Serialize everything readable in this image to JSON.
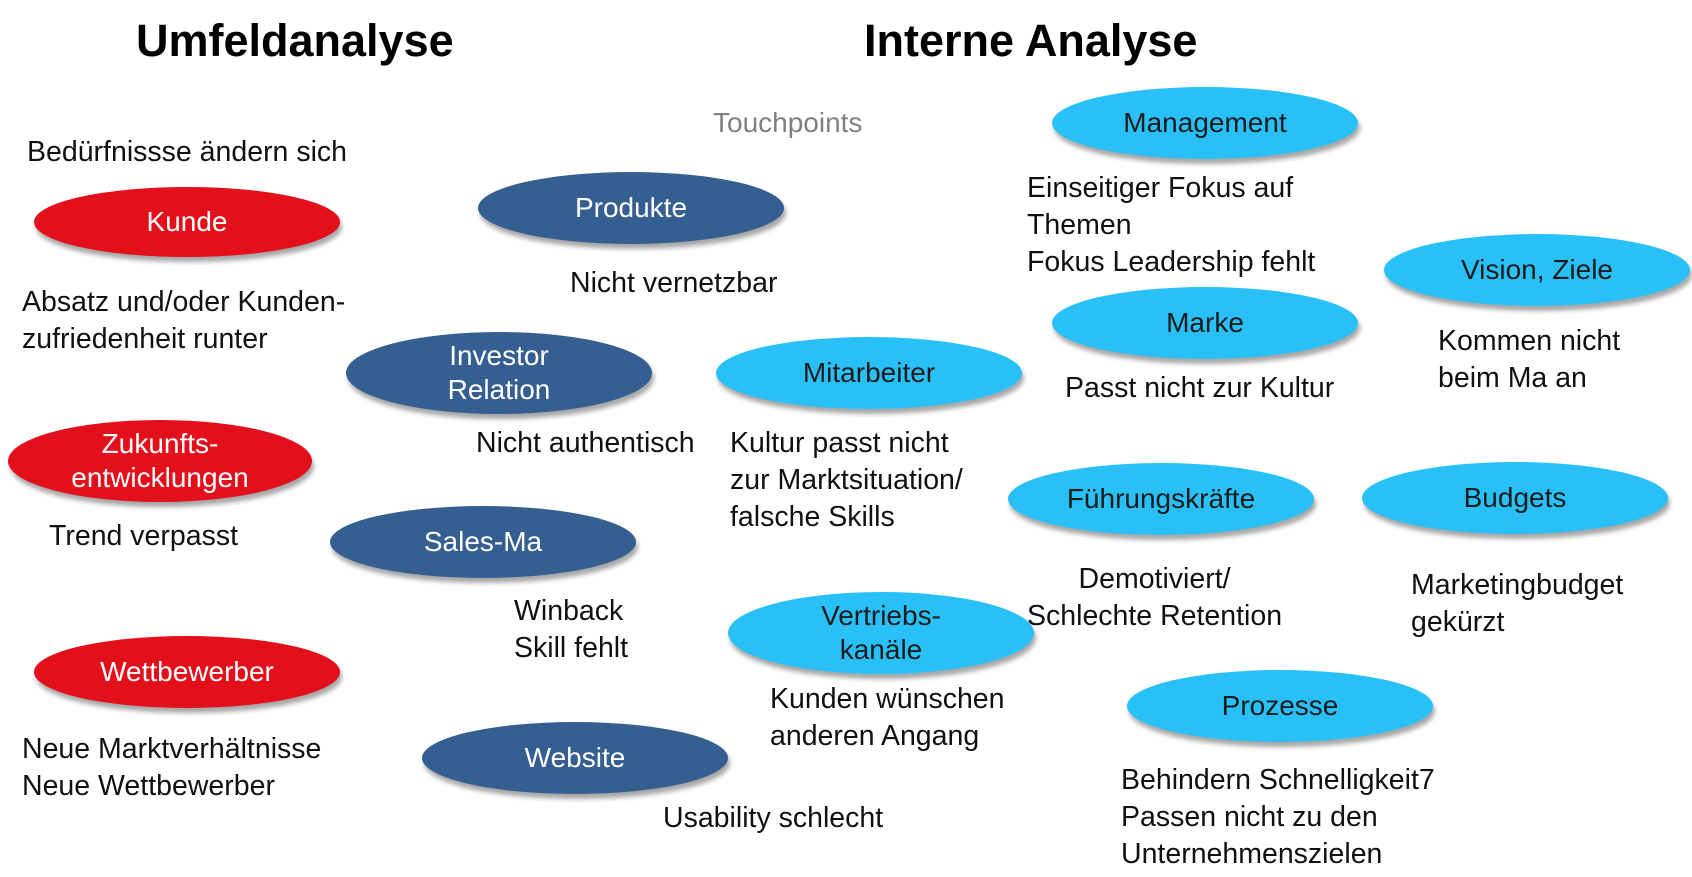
{
  "headings": {
    "left": "Umfeldanalyse",
    "right": "Interne Analyse"
  },
  "touchpoints_label": "Touchpoints",
  "colors": {
    "external": "#e3101b",
    "touchpoint": "#365f91",
    "internal": "#29c0f8"
  },
  "external": {
    "kunde": {
      "label": "Kunde",
      "above": "Bedürfnissse ändern sich",
      "below": "Absatz und/oder Kunden-\nzufriedenheit runter"
    },
    "zukunft": {
      "label": "Zukunfts-\nentwicklungen",
      "below": "Trend verpasst"
    },
    "wettbewerber": {
      "label": "Wettbewerber",
      "below": "Neue Marktverhältnisse\nNeue Wettbewerber"
    }
  },
  "touchpoints": {
    "produkte": {
      "label": "Produkte",
      "note": "Nicht vernetzbar"
    },
    "investor": {
      "label": "Investor\nRelation",
      "note": "Nicht authentisch"
    },
    "sales": {
      "label": "Sales-Ma",
      "note": "Winback\nSkill fehlt"
    },
    "website": {
      "label": "Website",
      "note": "Usability schlecht"
    }
  },
  "internal": {
    "management": {
      "label": "Management",
      "note": "Einseitiger Fokus auf\nThemen\nFokus Leadership fehlt"
    },
    "vision": {
      "label": "Vision, Ziele",
      "note": "Kommen nicht\nbeim Ma an"
    },
    "marke": {
      "label": "Marke",
      "note": "Passt nicht zur Kultur"
    },
    "mitarbeiter": {
      "label": "Mitarbeiter",
      "note": "Kultur passt nicht\nzur Marktsituation/\nfalsche Skills"
    },
    "fuehrung": {
      "label": "Führungskräfte",
      "note": "Demotiviert/\nSchlechte Retention"
    },
    "budgets": {
      "label": "Budgets",
      "note": "Marketingbudget\ngekürzt"
    },
    "vertrieb": {
      "label": "Vertriebs-\nkanäle",
      "note": "Kunden wünschen\nanderen Angang"
    },
    "prozesse": {
      "label": "Prozesse",
      "note": "Behindern Schnelligkeit7\nPassen nicht zu den\nUnternehmenszielen"
    }
  }
}
